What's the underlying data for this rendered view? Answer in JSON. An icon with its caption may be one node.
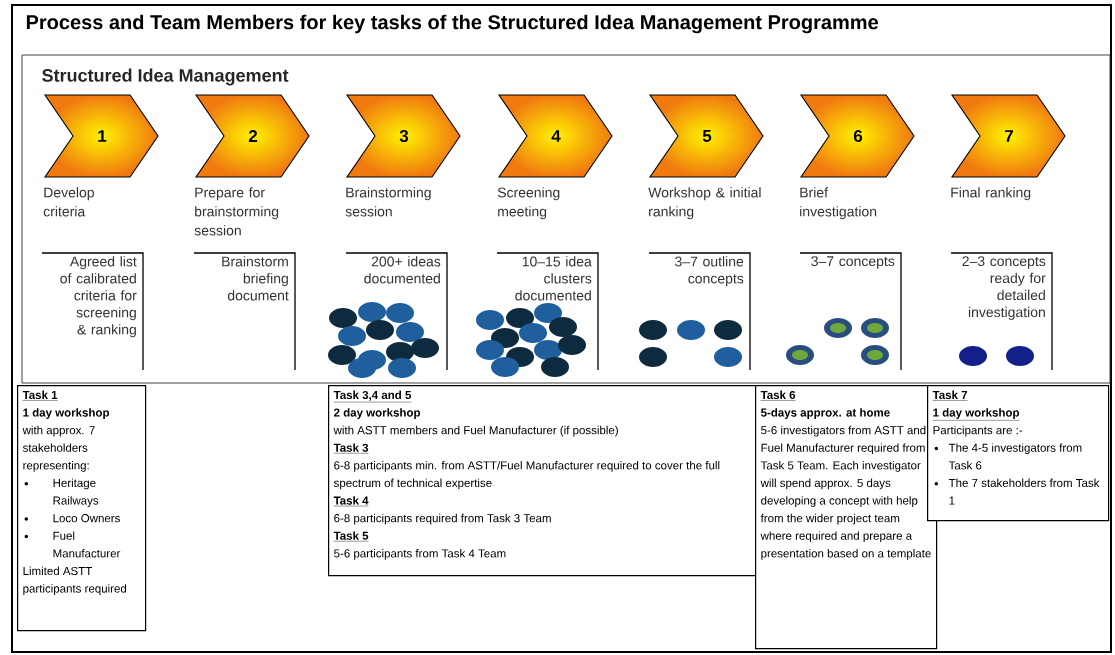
{
  "diagram": {
    "title": "Process and Team Members for key tasks of the Structured Idea Management Programme",
    "nodes": [
      {
        "text": [
          "Structured Idea Management"
        ]
      },
      {
        "text": [
          "1"
        ],
        "beside": [
          "Develop criteria"
        ],
        "in": 0
      },
      {
        "text": [
          "2"
        ],
        "beside": [
          "Prepare for brainstorming session"
        ],
        "in": 0
      },
      {
        "text": [
          "3"
        ],
        "beside": [
          "Brainstorming session"
        ],
        "in": 0
      },
      {
        "text": [
          "4"
        ],
        "beside": [
          "Screening meeting"
        ],
        "in": 0
      },
      {
        "text": [
          "5"
        ],
        "beside": [
          "Workshop & initial ranking"
        ],
        "in": 0
      },
      {
        "text": [
          "6"
        ],
        "beside": [
          "Brief investigation"
        ],
        "in": 0
      },
      {
        "text": [
          "7"
        ],
        "beside": [
          "Final ranking"
        ],
        "in": 0
      },
      {
        "text": [
          "Agreed list of calibrated criteria for screening & ranking"
        ],
        "in": 0
      },
      {
        "text": [
          "Brainstorm briefing document"
        ],
        "in": 0
      },
      {
        "text": [
          "200+ ideas documented"
        ],
        "in": 0
      },
      {
        "text": [
          "10–15 idea clusters documented"
        ],
        "in": 0
      },
      {
        "text": [
          "3–7 outline concepts"
        ],
        "in": 0
      },
      {
        "text": [
          "3–7 concepts"
        ],
        "in": 0
      },
      {
        "text": [
          "2–3 concepts ready for detailed investigation"
        ],
        "in": 0
      },
      {
        "text": [
          "Task 1",
          "1 day workshop",
          "with approx. 7 stakeholders representing:",
          "Heritage Railways",
          "Loco Owners",
          "Fuel Manufacturer",
          "Limited ASTT participants required"
        ]
      },
      {
        "text": [
          "Task 3,4 and 5",
          "2 day workshop",
          "with ASTT members and Fuel Manufacturer (if possible)",
          "Task 3",
          "6-8 participants min. from ASTT/Fuel Manufacturer required to cover the full spectrum of technical expertise",
          "Task 4",
          "6-8 participants required from Task 3 Team",
          "Task 5",
          "5-6 participants from Task 4 Team"
        ]
      },
      {
        "text": [
          "Task 6",
          "5-days approx. at home",
          "5-6 investigators from ASTT and Fuel Manufacturer required from Task 5 Team. Each investigator will spend approx. 5 days developing a concept with help from the wider project team where required and prepare a presentation based on a template"
        ]
      },
      {
        "text": [
          "Task 7",
          "1 day workshop",
          "Participants are :-",
          "The 4-5 investigators from Task 6",
          "The 7 stakeholders from Task 1"
        ]
      }
    ]
  }
}
